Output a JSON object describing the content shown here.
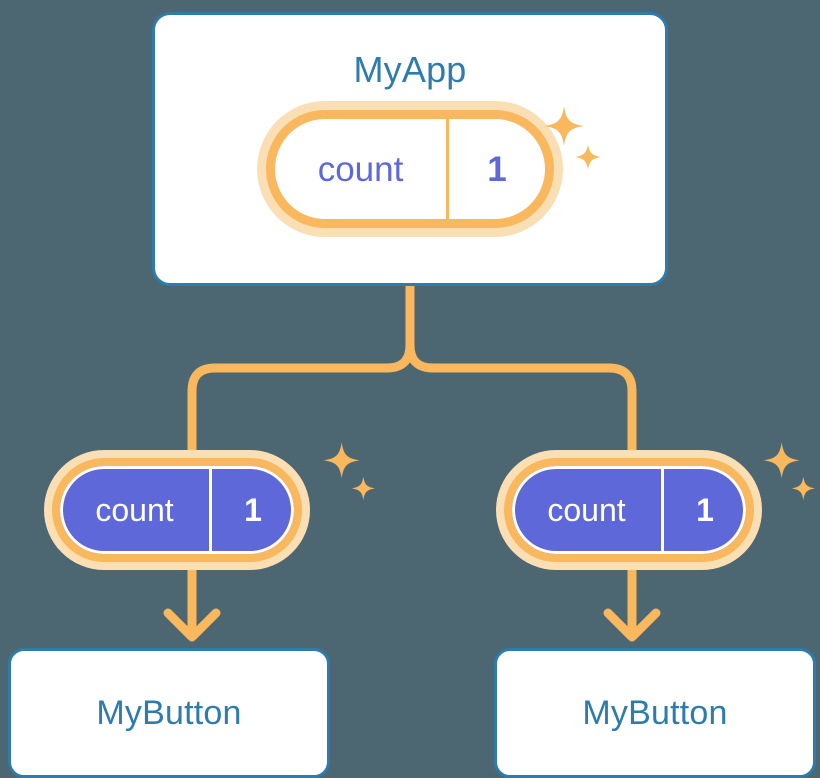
{
  "diagram": {
    "title": "MyApp component state propagation tree",
    "background_color": "#4c6771",
    "accent_colors": {
      "card_border_blue": "#2d7cab",
      "title_blue": "#2d7cab",
      "state_orange": "#f9b75e",
      "state_orange_glow": "#fbdfb4",
      "state_indigo": "#5f68d9",
      "card_fill_white": "#ffffff"
    }
  },
  "root": {
    "card_label": "MyApp",
    "state": {
      "key": "count",
      "value": "1"
    },
    "sparkle_icon": "sparkle-icon"
  },
  "children": [
    {
      "card_label": "MyButton",
      "state": {
        "key": "count",
        "value": "1"
      },
      "sparkle_icon": "sparkle-icon"
    },
    {
      "card_label": "MyButton",
      "state": {
        "key": "count",
        "value": "1"
      },
      "sparkle_icon": "sparkle-icon"
    }
  ],
  "connectors": {
    "trunk_icon": "branch-connector",
    "arrow_icon": "arrow-down-icon",
    "color": "#f9b75e"
  }
}
